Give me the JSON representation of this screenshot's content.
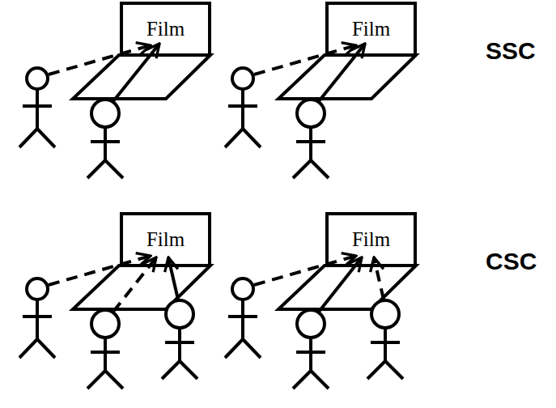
{
  "diagram": {
    "nodes": [
      {
        "text": [
          "Film"
        ]
      },
      {
        "text": [
          "Film"
        ]
      },
      {
        "text": [
          "Film"
        ]
      },
      {
        "text": [
          "Film"
        ]
      }
    ],
    "edges": [],
    "labels": [
      "SSC",
      "CSC"
    ]
  }
}
